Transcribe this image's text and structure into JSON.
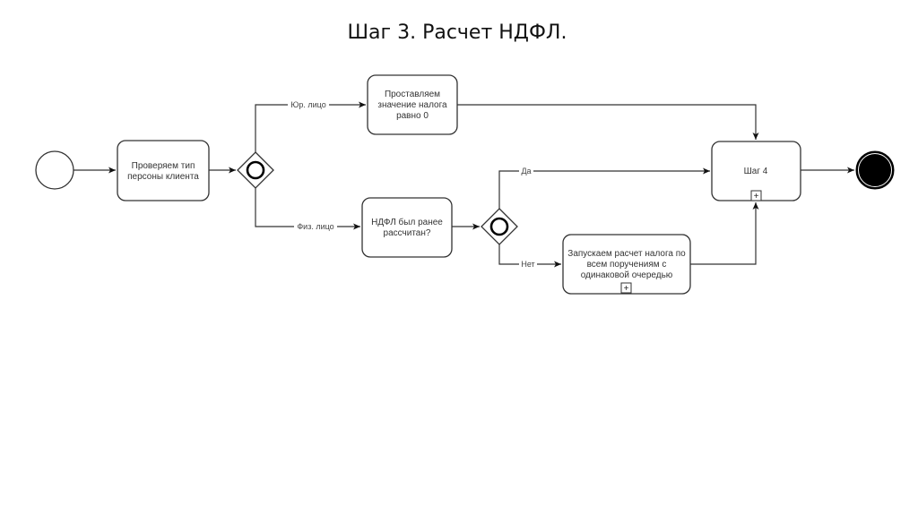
{
  "page": {
    "title": "Шаг 3. Расчет НДФЛ."
  },
  "diagram": {
    "type": "BPMN process",
    "nodes": [
      {
        "id": "start",
        "kind": "start-event",
        "label": ""
      },
      {
        "id": "task_check_type",
        "kind": "task",
        "lines": [
          "Проверяем тип",
          "персоны клиента"
        ]
      },
      {
        "id": "gw_person_type",
        "kind": "inclusive-gateway",
        "label": ""
      },
      {
        "id": "task_zero_tax",
        "kind": "task",
        "lines": [
          "Проставляем",
          "значение налога",
          "равно 0"
        ]
      },
      {
        "id": "task_calc_before",
        "kind": "task",
        "lines": [
          "НДФЛ был ранее",
          "рассчитан?"
        ]
      },
      {
        "id": "gw_calc_before",
        "kind": "inclusive-gateway",
        "label": ""
      },
      {
        "id": "task_run_calc",
        "kind": "subprocess",
        "lines": [
          "Запускаем расчет налога по",
          "всем поручениям с",
          "одинаковой очередью"
        ],
        "marker": "+"
      },
      {
        "id": "task_step4",
        "kind": "subprocess",
        "lines": [
          "Шаг 4"
        ],
        "marker": "+"
      },
      {
        "id": "end",
        "kind": "end-event",
        "label": ""
      }
    ],
    "edges": [
      {
        "from": "start",
        "to": "task_check_type",
        "label": ""
      },
      {
        "from": "task_check_type",
        "to": "gw_person_type",
        "label": ""
      },
      {
        "from": "gw_person_type",
        "to": "task_zero_tax",
        "label": "Юр. лицо"
      },
      {
        "from": "gw_person_type",
        "to": "task_calc_before",
        "label": "Физ. лицо"
      },
      {
        "from": "task_zero_tax",
        "to": "task_step4",
        "label": ""
      },
      {
        "from": "task_calc_before",
        "to": "gw_calc_before",
        "label": ""
      },
      {
        "from": "gw_calc_before",
        "to": "task_step4",
        "label": "Да"
      },
      {
        "from": "gw_calc_before",
        "to": "task_run_calc",
        "label": "Нет"
      },
      {
        "from": "task_run_calc",
        "to": "task_step4",
        "label": ""
      },
      {
        "from": "task_step4",
        "to": "end",
        "label": ""
      }
    ]
  },
  "colors": {
    "stroke": "#222222",
    "text": "#333333",
    "end_fill": "#000000",
    "background": "#ffffff"
  }
}
